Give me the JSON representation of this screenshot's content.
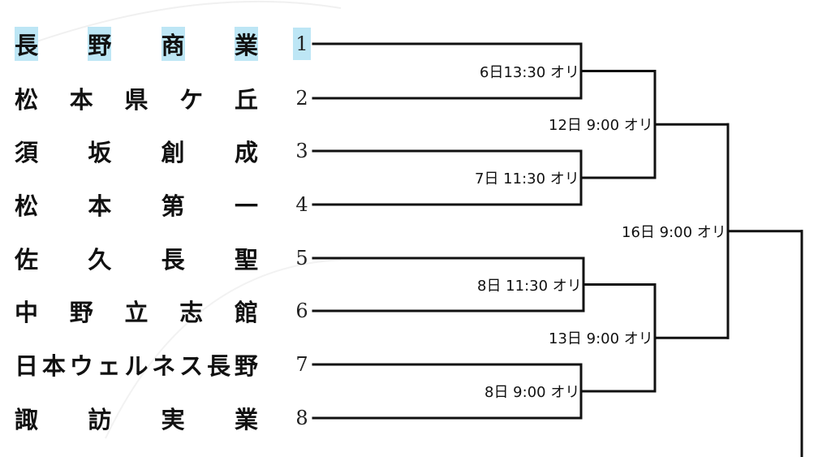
{
  "teams": [
    {
      "name": "長野商業",
      "seed": "1",
      "highlight": true
    },
    {
      "name": "松本県ケ丘",
      "seed": "2",
      "highlight": false
    },
    {
      "name": "須坂創成",
      "seed": "3",
      "highlight": false
    },
    {
      "name": "松本第一",
      "seed": "4",
      "highlight": false
    },
    {
      "name": "佐久長聖",
      "seed": "5",
      "highlight": false
    },
    {
      "name": "中野立志館",
      "seed": "6",
      "highlight": false
    },
    {
      "name": "日本ウェルネス長野",
      "seed": "7",
      "highlight": false
    },
    {
      "name": "諏訪実業",
      "seed": "8",
      "highlight": false
    }
  ],
  "matches": {
    "r1": [
      "6日13:30 オリ",
      "7日 11:30 オリ",
      "8日 11:30 オリ",
      "8日 9:00 オリ"
    ],
    "r2": [
      "12日 9:00 オリ",
      "13日 9:00 オリ"
    ],
    "r3": [
      "16日 9:00 オリ"
    ]
  },
  "colors": {
    "line": "#111111",
    "highlight": "#bde6f5"
  }
}
